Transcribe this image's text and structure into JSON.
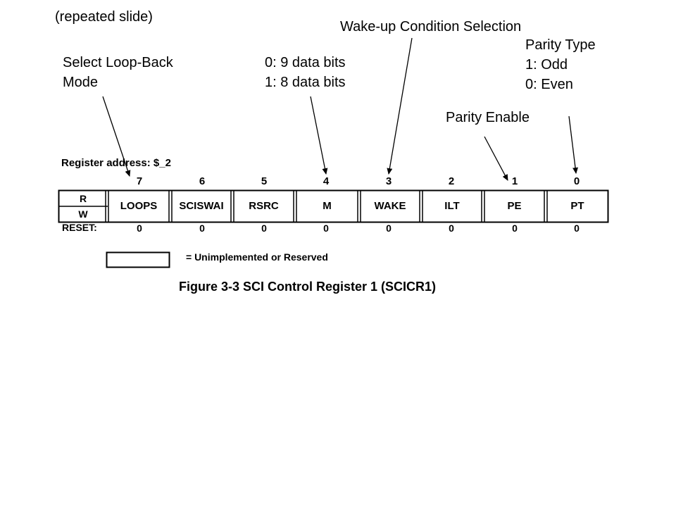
{
  "header_note": "(repeated slide)",
  "annotations": {
    "loops": [
      "Select Loop-Back",
      "Mode"
    ],
    "m": [
      "0: 9 data bits",
      "1: 8 data bits"
    ],
    "wake": "Wake-up Condition Selection",
    "parity_type": [
      "Parity Type",
      "1: Odd",
      "0: Even"
    ],
    "parity_enable": "Parity Enable"
  },
  "register": {
    "title": "Register address: $_2",
    "read_label": "R",
    "write_label": "W",
    "reset_label": "RESET:",
    "bits": [
      {
        "number": "7",
        "name": "LOOPS",
        "reset": "0"
      },
      {
        "number": "6",
        "name": "SCISWAI",
        "reset": "0"
      },
      {
        "number": "5",
        "name": "RSRC",
        "reset": "0"
      },
      {
        "number": "4",
        "name": "M",
        "reset": "0"
      },
      {
        "number": "3",
        "name": "WAKE",
        "reset": "0"
      },
      {
        "number": "2",
        "name": "ILT",
        "reset": "0"
      },
      {
        "number": "1",
        "name": "PE",
        "reset": "0"
      },
      {
        "number": "0",
        "name": "PT",
        "reset": "0"
      }
    ]
  },
  "legend": "= Unimplemented or Reserved",
  "caption": "Figure 3-3  SCI Control Register 1 (SCICR1)"
}
